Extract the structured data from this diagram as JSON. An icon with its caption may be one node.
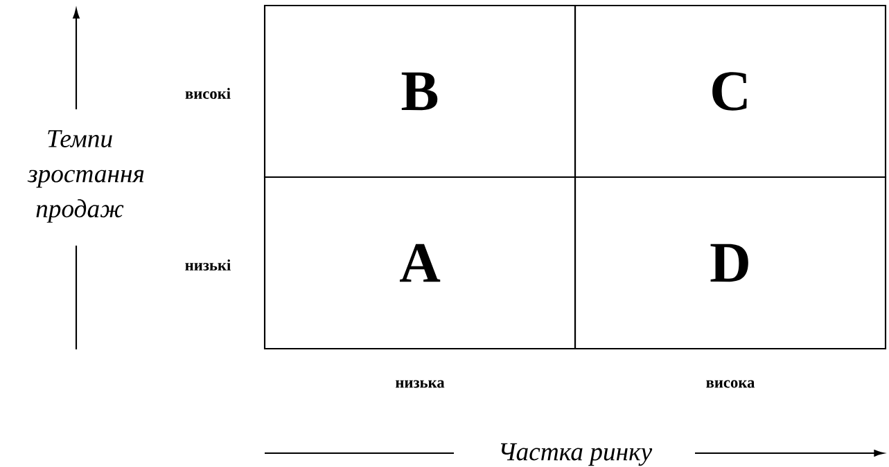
{
  "diagram": {
    "nodes": [
      {
        "text": [
          "B"
        ]
      },
      {
        "text": [
          "C"
        ]
      },
      {
        "text": [
          "A"
        ]
      },
      {
        "text": [
          "D"
        ]
      }
    ],
    "labels": [
      "високі",
      "Темпи зростання продаж",
      "низькі",
      "низька",
      "висока",
      "Частка ринку"
    ]
  }
}
